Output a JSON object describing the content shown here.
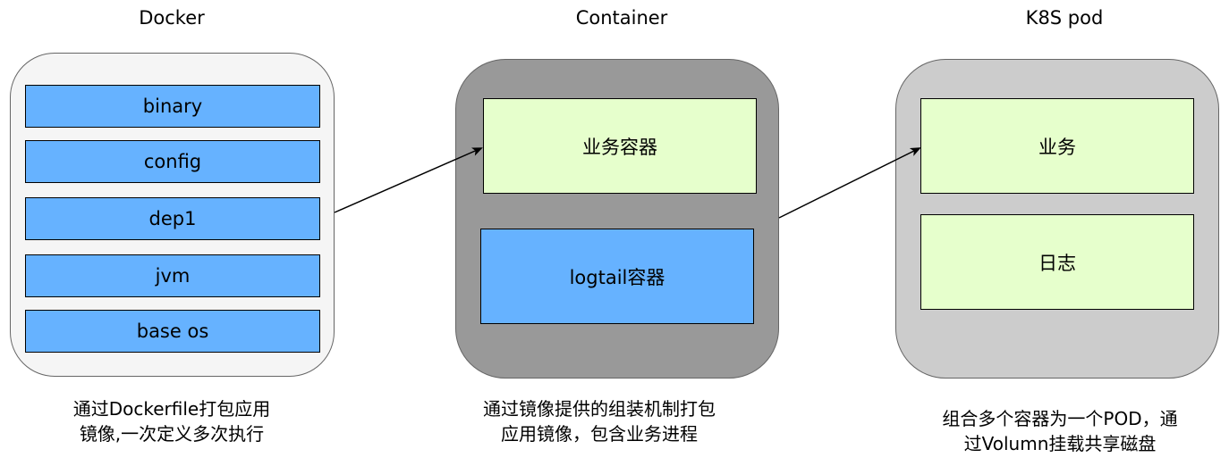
{
  "docker": {
    "title": "Docker",
    "layers": [
      "binary",
      "config",
      "dep1",
      "jvm",
      "base os"
    ],
    "caption": [
      "通过Dockerfile打包应用",
      "镜像,一次定义多次执行"
    ]
  },
  "container": {
    "title": "Container",
    "business_box": "业务容器",
    "logtail_box": "logtail容器",
    "caption": [
      "通过镜像提供的组装机制打包",
      "应用镜像，包含业务进程"
    ]
  },
  "pod": {
    "title": "K8S pod",
    "business_box": "业务",
    "log_box": "日志",
    "caption": [
      "组合多个容器为一个POD，通",
      "过Volumn挂载共享磁盘"
    ]
  },
  "colors": {
    "layer_blue": "#66b2ff",
    "light_green": "#e6ffcc",
    "docker_bg": "#f5f5f5",
    "container_bg": "#999999",
    "pod_bg": "#cccccc"
  }
}
